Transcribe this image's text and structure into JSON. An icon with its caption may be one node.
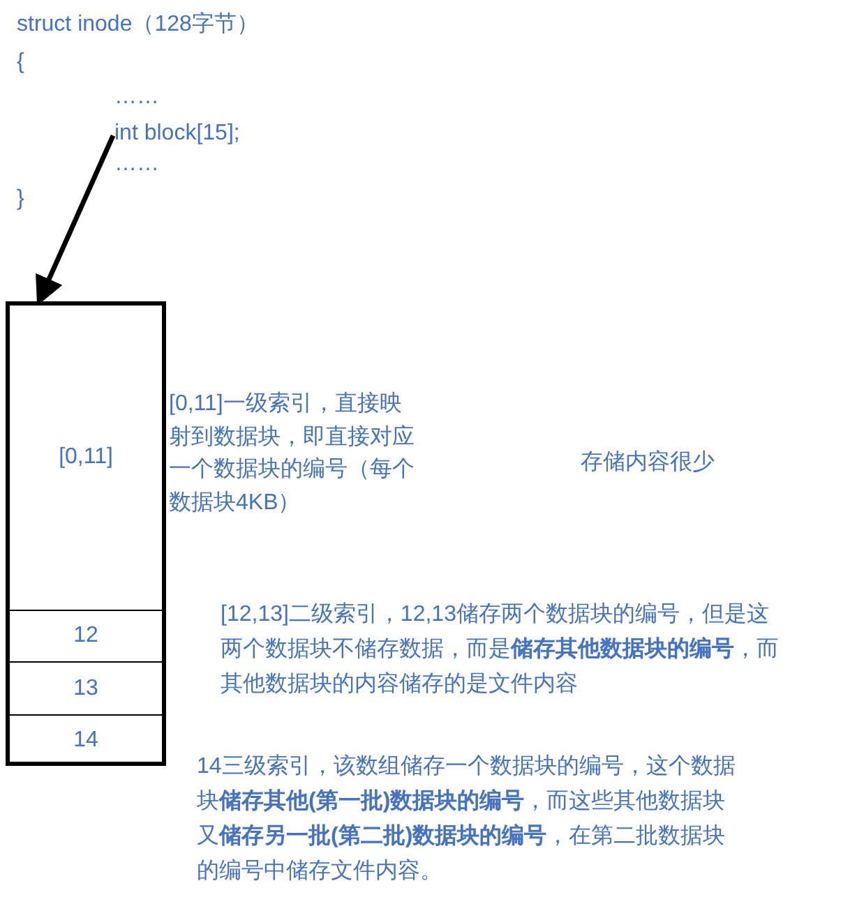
{
  "diagram": {
    "nodes": [
      {
        "text": [
          "int block[15];"
        ]
      },
      {
        "text": [],
        "shape": "box"
      },
      {
        "text": [
          "[0,11]"
        ],
        "in": 1
      },
      {
        "text": [
          "12"
        ],
        "in": 1
      },
      {
        "text": [
          "13"
        ],
        "in": 1
      },
      {
        "text": [
          "14"
        ],
        "in": 1
      }
    ],
    "edges": [
      {
        "from": 0,
        "to": 1,
        "arrow": "to"
      }
    ],
    "labels": [
      "struct inode（128字节）",
      "{",
      "……",
      "……",
      "}",
      "[0,11]一级索引，直接映射到数据块，即直接对应一个数据块的编号（每个数据块4KB）",
      "存储内容很少",
      "[12,13]二级索引，12,13储存两个数据块的编号，但是这两个数据块不储存数据，而是**储存其他数据块的编号**，而其他数据块的内容储存的是文件内容",
      "14三级索引，该数组储存一个数据块的编号，这个数据块**储存其他(第一批)数据块的编号**，而这些其他数据块又**储存另一批(第二批)数据块的编号**，在第二批数据块的编号中储存文件内容。"
    ]
  }
}
